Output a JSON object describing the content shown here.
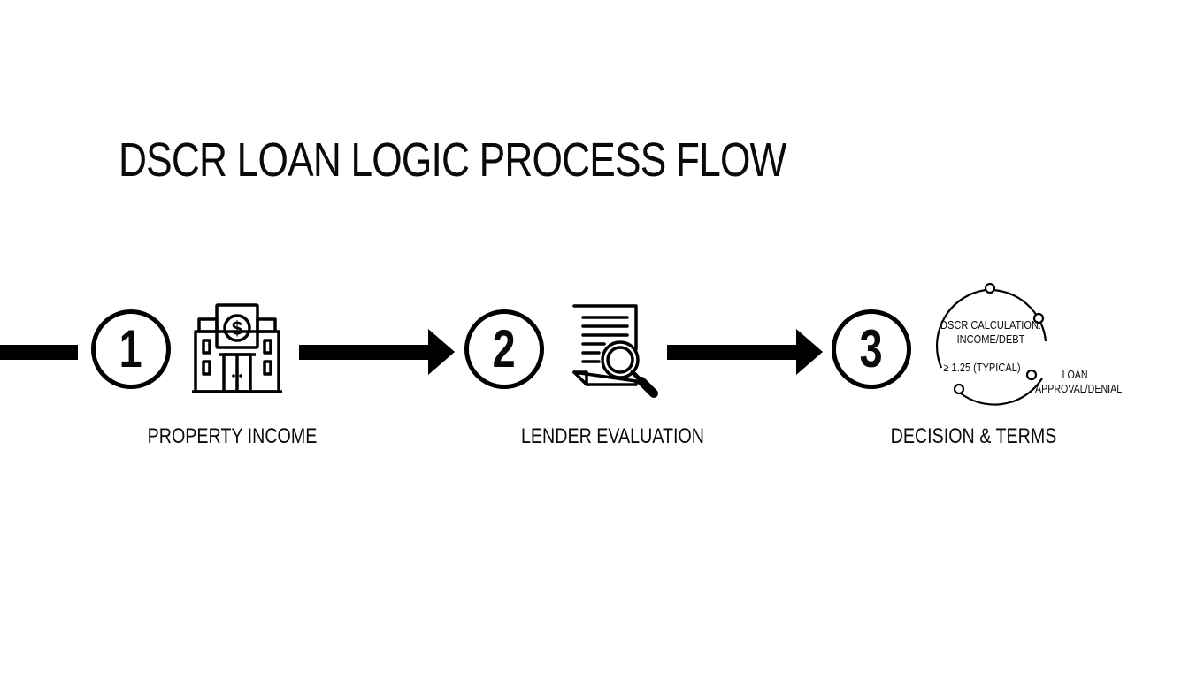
{
  "diagram": {
    "title": "DSCR LOAN LOGIC PROCESS FLOW",
    "steps": [
      {
        "number": "1",
        "label": "PROPERTY INCOME",
        "icon": "bank-building-icon"
      },
      {
        "number": "2",
        "label": "LENDER EVALUATION",
        "icon": "document-magnifier-icon"
      },
      {
        "number": "3",
        "label": "DECISION & TERMS",
        "icon": "dscr-cycle-icon"
      }
    ],
    "calculation": {
      "line1": "DSCR CALCULATION:",
      "line2": "INCOME/DEBT",
      "threshold": "≥ 1.25 (TYPICAL)",
      "outcome_line1": "LOAN",
      "outcome_line2": "APPROVAL/DENIAL"
    },
    "colors": {
      "ink": "#000000",
      "background": "#ffffff"
    }
  }
}
